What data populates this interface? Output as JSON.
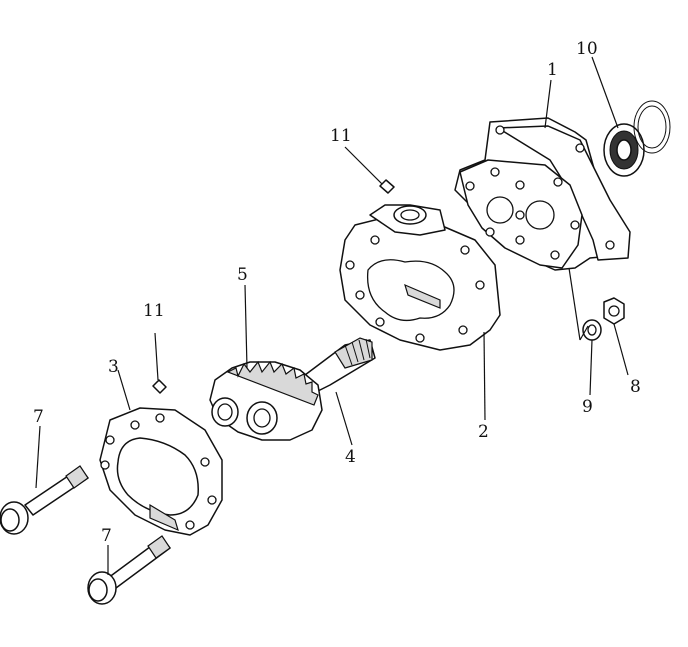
{
  "callouts": [
    {
      "id": "c1",
      "text": "1"
    },
    {
      "id": "c2",
      "text": "2"
    },
    {
      "id": "c3",
      "text": "3"
    },
    {
      "id": "c4",
      "text": "4"
    },
    {
      "id": "c5",
      "text": "5"
    },
    {
      "id": "c7a",
      "text": "7"
    },
    {
      "id": "c7b",
      "text": "7"
    },
    {
      "id": "c8",
      "text": "8"
    },
    {
      "id": "c9",
      "text": "9"
    },
    {
      "id": "c10",
      "text": "10"
    },
    {
      "id": "c11a",
      "text": "11"
    },
    {
      "id": "c11b",
      "text": "11"
    }
  ]
}
